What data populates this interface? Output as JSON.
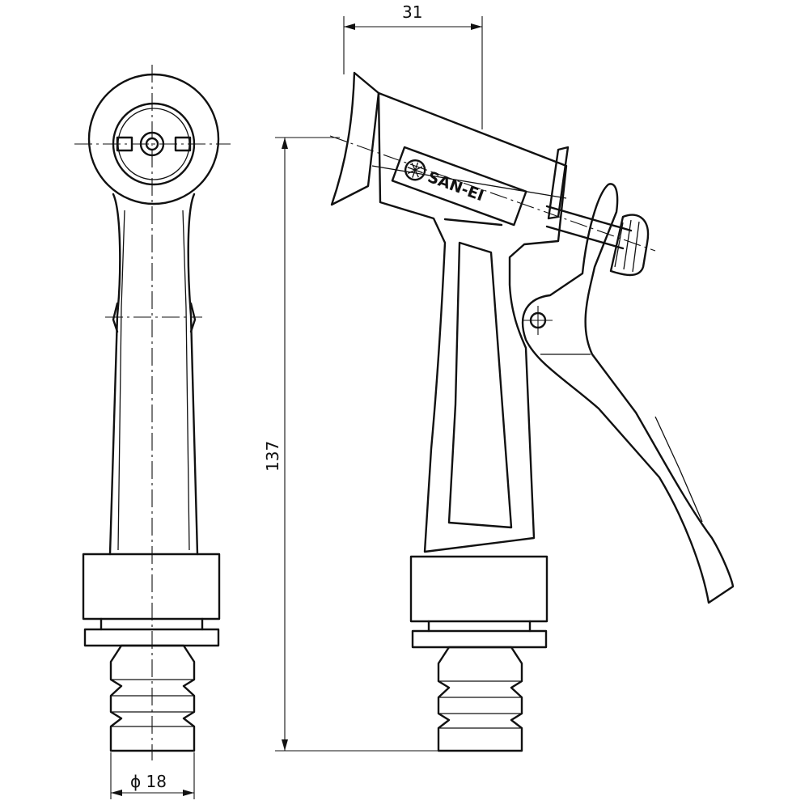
{
  "dimensions": {
    "width_label": "31",
    "height_label": "137",
    "diameter_label": "ϕ 18"
  },
  "brand": {
    "name": "SAN-EI",
    "logo_icon": "asterisk-circle-logo-icon"
  }
}
